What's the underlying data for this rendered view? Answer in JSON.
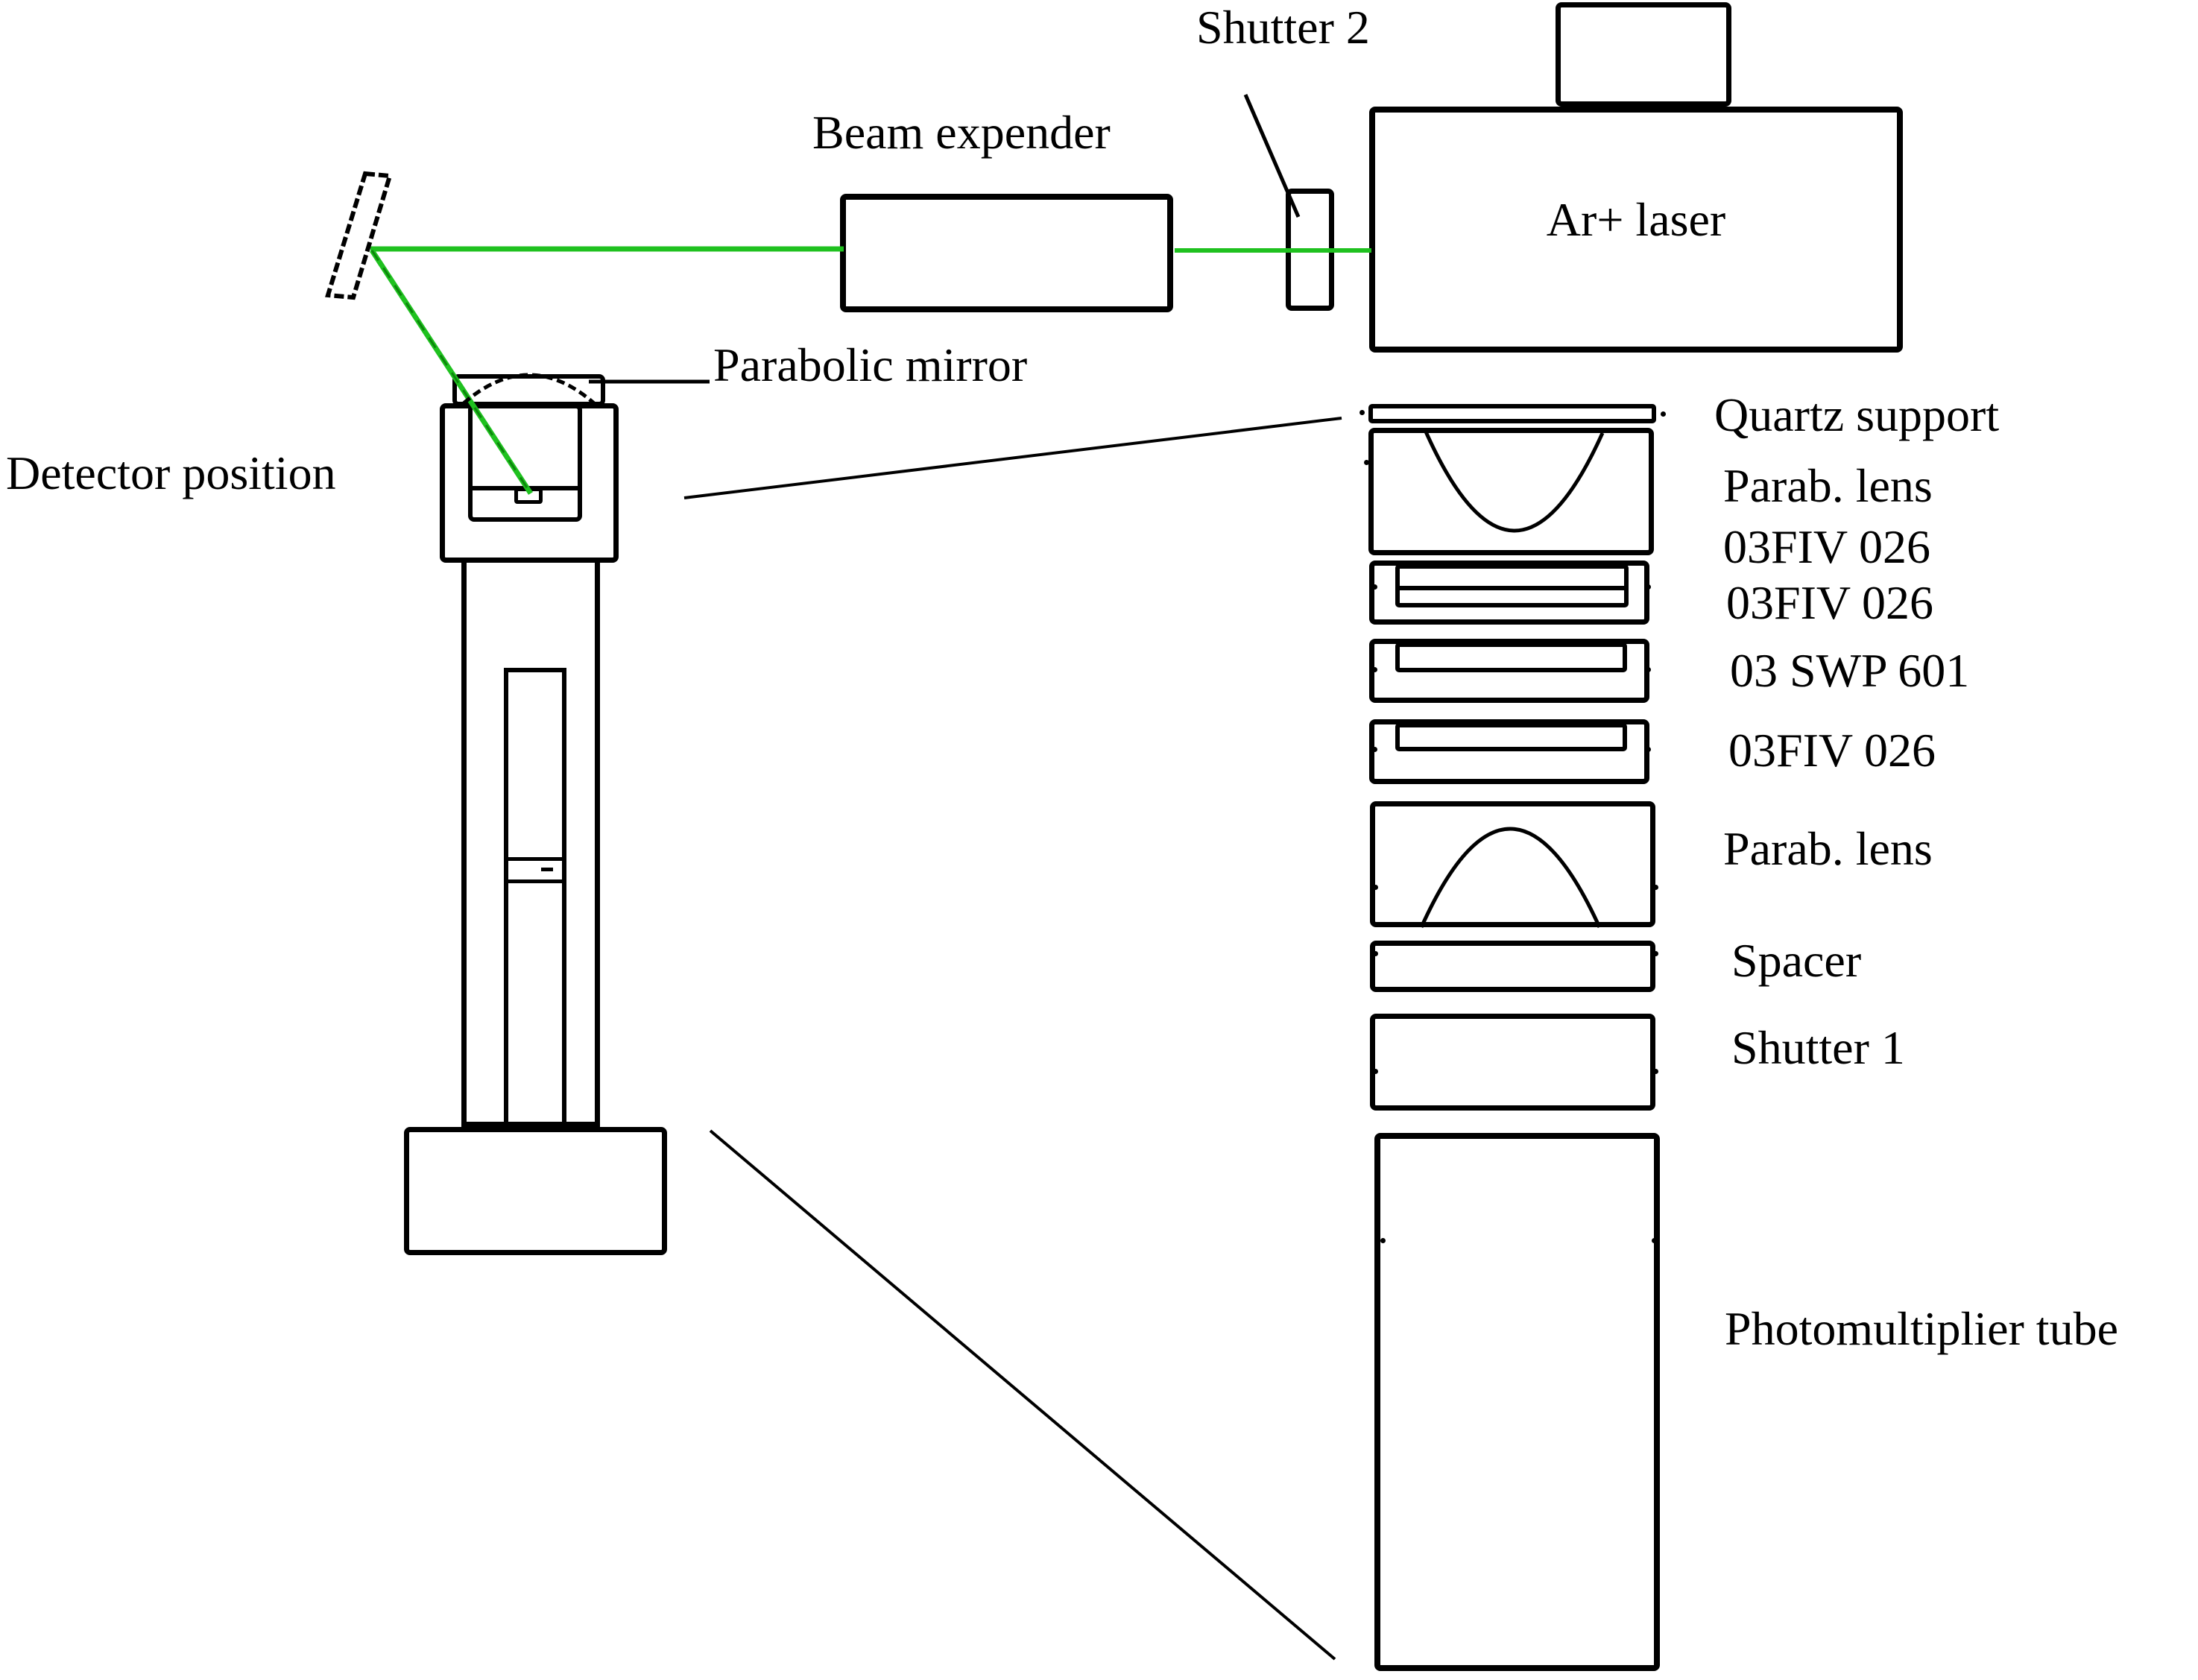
{
  "labels": {
    "shutter2": "Shutter 2",
    "beam_expander": "Beam expender",
    "ar_laser": "Ar+ laser",
    "parabolic_mirror": "Parabolic mirror",
    "detector_position": "Detector position",
    "quartz_support": "Quartz support",
    "parab_lens_top": "Parab. lens",
    "filter1a": "03FIV 026",
    "filter1b": "03FIV 026",
    "filter2": "03 SWP 601",
    "filter3": "03FIV 026",
    "parab_lens_bottom": "Parab. lens",
    "spacer": "Spacer",
    "shutter1": "Shutter 1",
    "pmt": "Photomultiplier tube"
  },
  "colors": {
    "beam_green": "#1fc11f",
    "beam_green_dark": "#0c860c",
    "outline": "#000000",
    "background": "#ffffff"
  }
}
